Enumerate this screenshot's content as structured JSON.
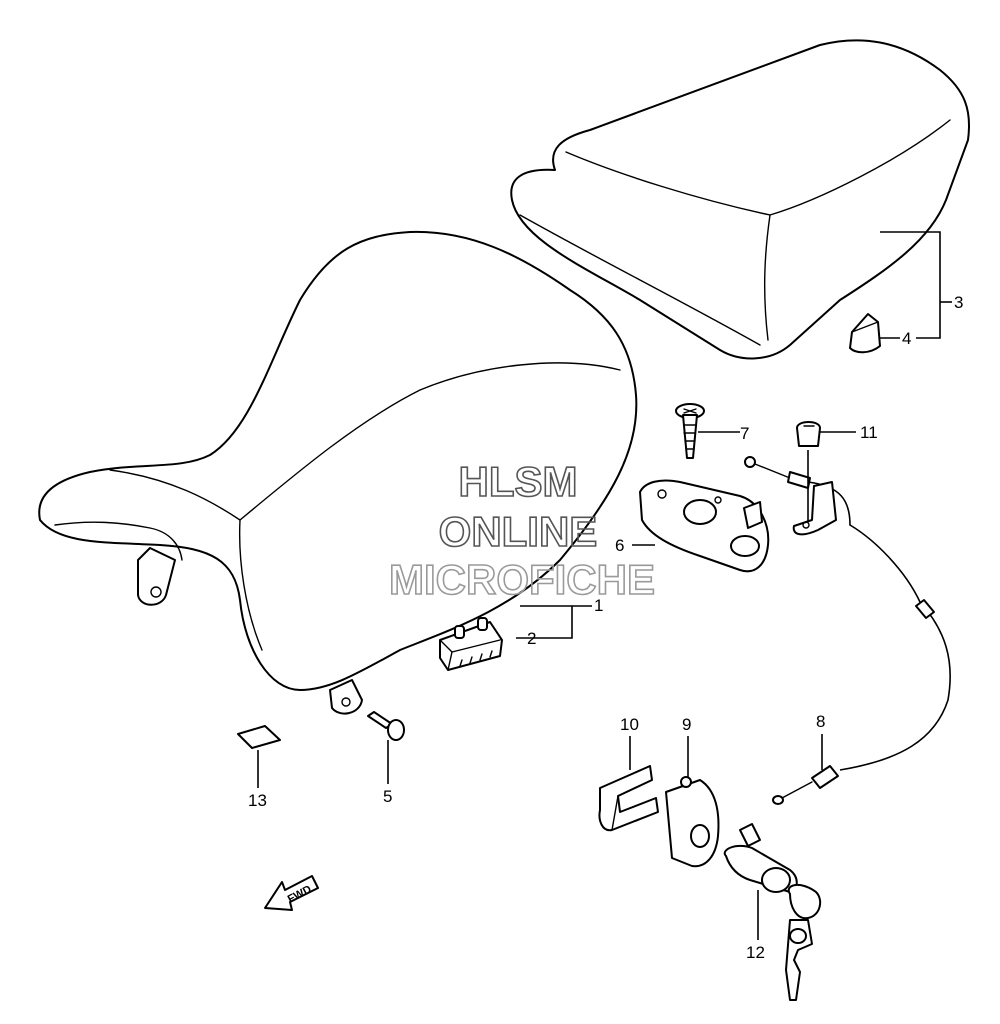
{
  "watermark": {
    "line1": "HLSM",
    "line2": "ONLINE",
    "line3": "MICROFICHE",
    "color_dark": "#555555",
    "color_light": "#9a9a9a"
  },
  "arrow": {
    "label": "FWD"
  },
  "callouts": {
    "c1": "1",
    "c2": "2",
    "c3": "3",
    "c4": "4",
    "c5": "5",
    "c6": "6",
    "c7": "7",
    "c8": "8",
    "c9": "9",
    "c10": "10",
    "c11": "11",
    "c12": "12",
    "c13": "13"
  }
}
